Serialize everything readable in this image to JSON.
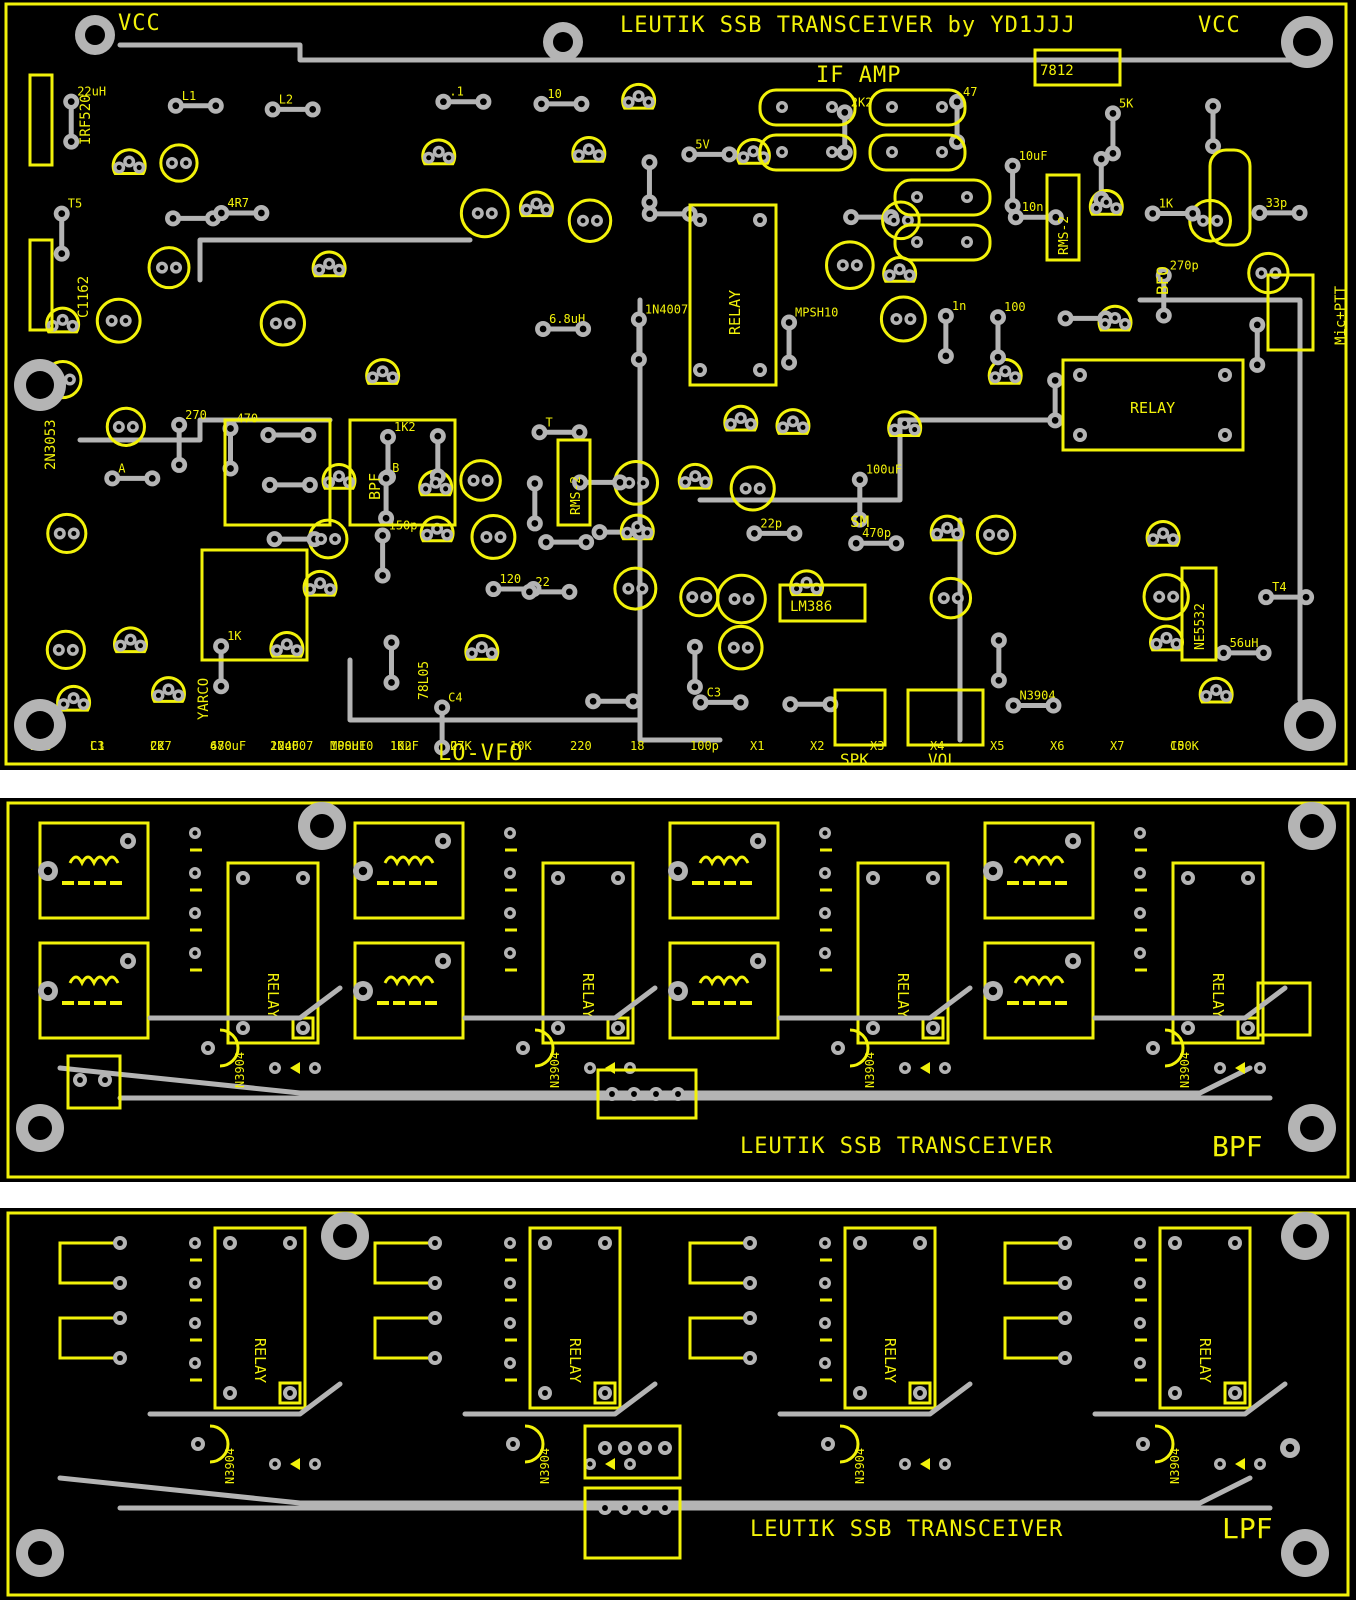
{
  "main_board": {
    "title": "LEUTIK SSB TRANSCEIVER by YD1JJJ",
    "vcc_left": "VCC",
    "vcc_right": "VCC",
    "if_amp": "IF AMP",
    "lo_vfo": "LO-VFO",
    "bfo": "BFO",
    "mic_ptt": "Mic+PTT",
    "spk": "SPK",
    "vol": "VOL",
    "relay_a": "RELAY",
    "relay_b": "RELAY",
    "bpf": "BPF",
    "rms2_a": "RMS-2",
    "rms2_b": "RMS-2",
    "lm386": "LM386",
    "ne5532": "NE5532",
    "varco": "YARCO",
    "reg_7812": "7812",
    "reg_78l05": "78L05",
    "irf520": "IRF520",
    "cl162": "C1162",
    "t2n3053": "2N3053",
    "sm": "SM",
    "labels": [
      "22uH",
      "L1",
      "L2",
      ".1",
      "10",
      "2K2",
      "47",
      "5K",
      "5V",
      "10uF",
      "T5",
      "4R7",
      "10n",
      "1K",
      "33p",
      "270p",
      "6.8uH",
      "1N4007",
      "MPSH10",
      "1n",
      "100",
      "270",
      "470",
      "1K2",
      "T",
      "A",
      "B",
      "100uF",
      "150p",
      "22p",
      "470p",
      "120",
      "22",
      "T4",
      "1K",
      "56uH",
      "C4",
      "C3",
      "N3904",
      "100K",
      "2K6",
      "C1",
      "C2",
      "680",
      "1N4007",
      "MPSH10",
      "1K2",
      "27K",
      "10K",
      "220",
      "18",
      "100p",
      "X1",
      "X2",
      "X3",
      "X4",
      "X5",
      "X6",
      "X7",
      "C5",
      "C6",
      "L3",
      "2K7",
      "470uF",
      "22uF",
      "100uF",
      "10uF",
      "C"
    ]
  },
  "bpf_board": {
    "title": "LEUTIK SSB TRANSCEIVER",
    "tag": "BPF",
    "relay_label": "RELAY",
    "transistor": "N3904"
  },
  "lpf_board": {
    "title": "LEUTIK SSB TRANSCEIVER",
    "tag": "LPF",
    "relay_label": "RELAY",
    "transistor": "N3904"
  },
  "colors": {
    "board": "#000000",
    "silkscreen": "#f2f20a",
    "copper": "#b4b4b4",
    "separator": "#ffffff"
  }
}
